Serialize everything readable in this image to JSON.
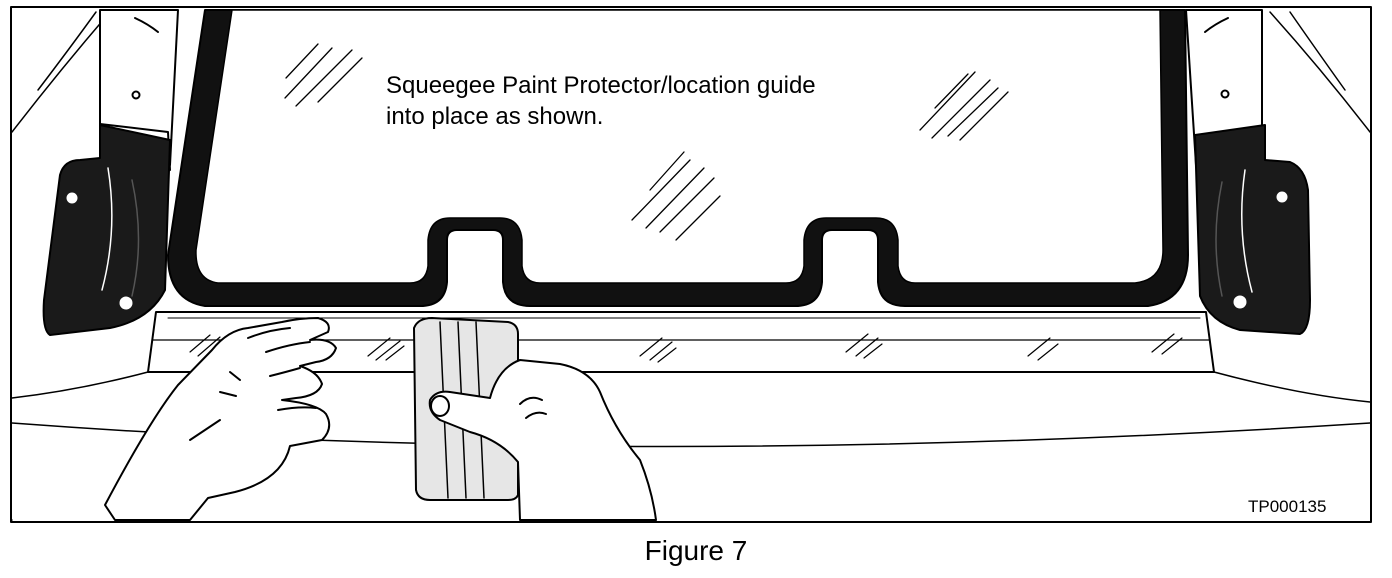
{
  "instruction": {
    "line1": "Squeegee Paint Protector/location guide",
    "line2": "into place as shown."
  },
  "drawing_code": "TP000135",
  "caption": "Figure 7",
  "colors": {
    "ink": "#000000",
    "paper": "#ffffff",
    "tool_fill": "#e6e6e6",
    "dark_fill": "#1a1a1a"
  }
}
